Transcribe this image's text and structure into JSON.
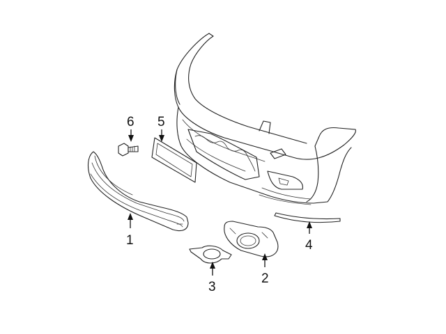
{
  "callouts": {
    "c1": "1",
    "c2": "2",
    "c3": "3",
    "c4": "4",
    "c5": "5",
    "c6": "6"
  },
  "colors": {
    "line": "#222222",
    "background": "#ffffff"
  }
}
